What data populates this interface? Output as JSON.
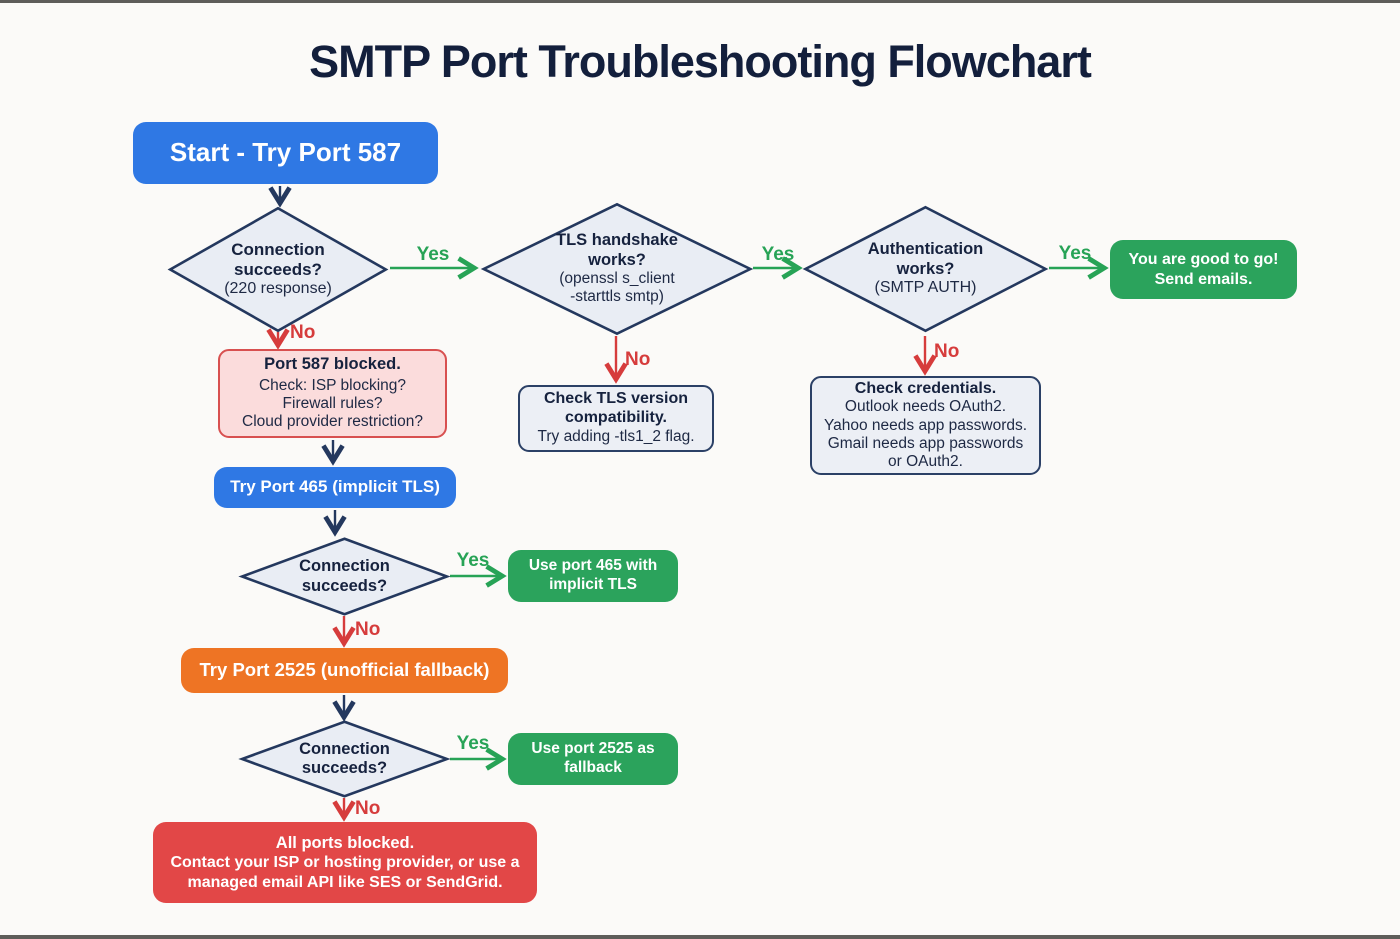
{
  "page": {
    "title": "SMTP Port Troubleshooting Flowchart"
  },
  "labels": {
    "yes": "Yes",
    "no": "No"
  },
  "colors": {
    "accent_blue": "#2f78e4",
    "accent_green": "#2ba35c",
    "accent_orange": "#ee7424",
    "accent_red": "#e24747",
    "arrow_navy": "#24385e",
    "diamond_fill": "#e9edf4",
    "pink_fill": "#fbdcdc",
    "note_fill": "#eceff5"
  },
  "nodes": {
    "start": {
      "label": "Start - Try Port 587"
    },
    "conn587": {
      "line1": "Connection",
      "line2": "succeeds?",
      "sub1": "(220 response)"
    },
    "tls": {
      "line1": "TLS handshake",
      "line2": "works?",
      "sub1": "(openssl s_client",
      "sub2": "-starttls smtp)"
    },
    "auth": {
      "line1": "Authentication",
      "line2": "works?",
      "sub1": "(SMTP AUTH)"
    },
    "good_to_go": {
      "line1": "You are good to go!",
      "line2": "Send emails."
    },
    "port587_blocked": {
      "title": "Port 587 blocked.",
      "line1": "Check: ISP blocking?",
      "line2": "Firewall rules?",
      "line3": "Cloud provider restriction?"
    },
    "check_tls": {
      "title1": "Check TLS version",
      "title2": "compatibility.",
      "line1": "Try adding -tls1_2 flag."
    },
    "check_credentials": {
      "title": "Check credentials.",
      "line1": "Outlook needs OAuth2.",
      "line2": "Yahoo needs app passwords.",
      "line3": "Gmail needs app passwords",
      "line4": "or OAuth2."
    },
    "try465": {
      "label": "Try Port 465 (implicit TLS)"
    },
    "conn465": {
      "line1": "Connection",
      "line2": "succeeds?"
    },
    "use465": {
      "line1": "Use port 465 with",
      "line2": "implicit TLS"
    },
    "try2525": {
      "label": "Try Port 2525 (unofficial fallback)"
    },
    "conn2525": {
      "line1": "Connection",
      "line2": "succeeds?"
    },
    "use2525": {
      "line1": "Use port 2525 as",
      "line2": "fallback"
    },
    "all_blocked": {
      "title": "All ports blocked.",
      "line1": "Contact your ISP or hosting provider, or use a",
      "line2": "managed email API like SES or SendGrid."
    }
  }
}
